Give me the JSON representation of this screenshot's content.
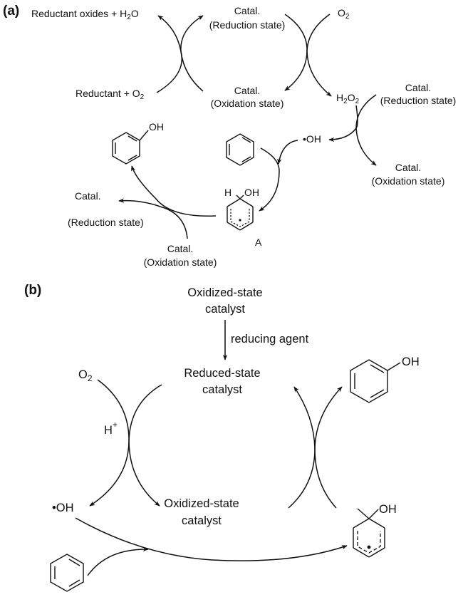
{
  "panel_a": {
    "label": "(a)",
    "reductant_oxides": "Reductant oxides + H",
    "reductant_oxides_sub": "2",
    "reductant_oxides_end": "O",
    "reductant": "Reductant + O",
    "reductant_sub": "2",
    "catal_red_1_l1": "Catal.",
    "catal_red_1_l2": "(Reduction state)",
    "catal_ox_1_l1": "Catal.",
    "catal_ox_1_l2": "(Oxidation state)",
    "o2": "O",
    "o2_sub": "2",
    "h2o2_h": "H",
    "h2o2_sub1": "2",
    "h2o2_o": "O",
    "h2o2_sub2": "2",
    "catal_red_2_l1": "Catal.",
    "catal_red_2_l2": "(Reduction state)",
    "oh_radical": "•OH",
    "catal_ox_2_l1": "Catal.",
    "catal_ox_2_l2": "(Oxidation state)",
    "phenol_oh": "OH",
    "intermediate_h": "H",
    "intermediate_oh": "OH",
    "intermediate_label": "A",
    "catal_red_3_l1": "Catal.",
    "catal_red_3_l2": "(Reduction state)",
    "catal_ox_3_l1": "Catal.",
    "catal_ox_3_l2": "(Oxidation state)"
  },
  "panel_b": {
    "label": "(b)",
    "oxidized_top_l1": "Oxidized-state",
    "oxidized_top_l2": "catalyst",
    "reducing_agent": "reducing agent",
    "reduced_l1": "Reduced-state",
    "reduced_l2": "catalyst",
    "o2": "O",
    "o2_sub": "2",
    "h_plus": "H",
    "h_plus_sup": "+",
    "oh_radical": "•OH",
    "oxidized_mid_l1": "Oxidized-state",
    "oxidized_mid_l2": "catalyst",
    "phenol_oh": "OH",
    "intermediate_oh": "OH"
  }
}
